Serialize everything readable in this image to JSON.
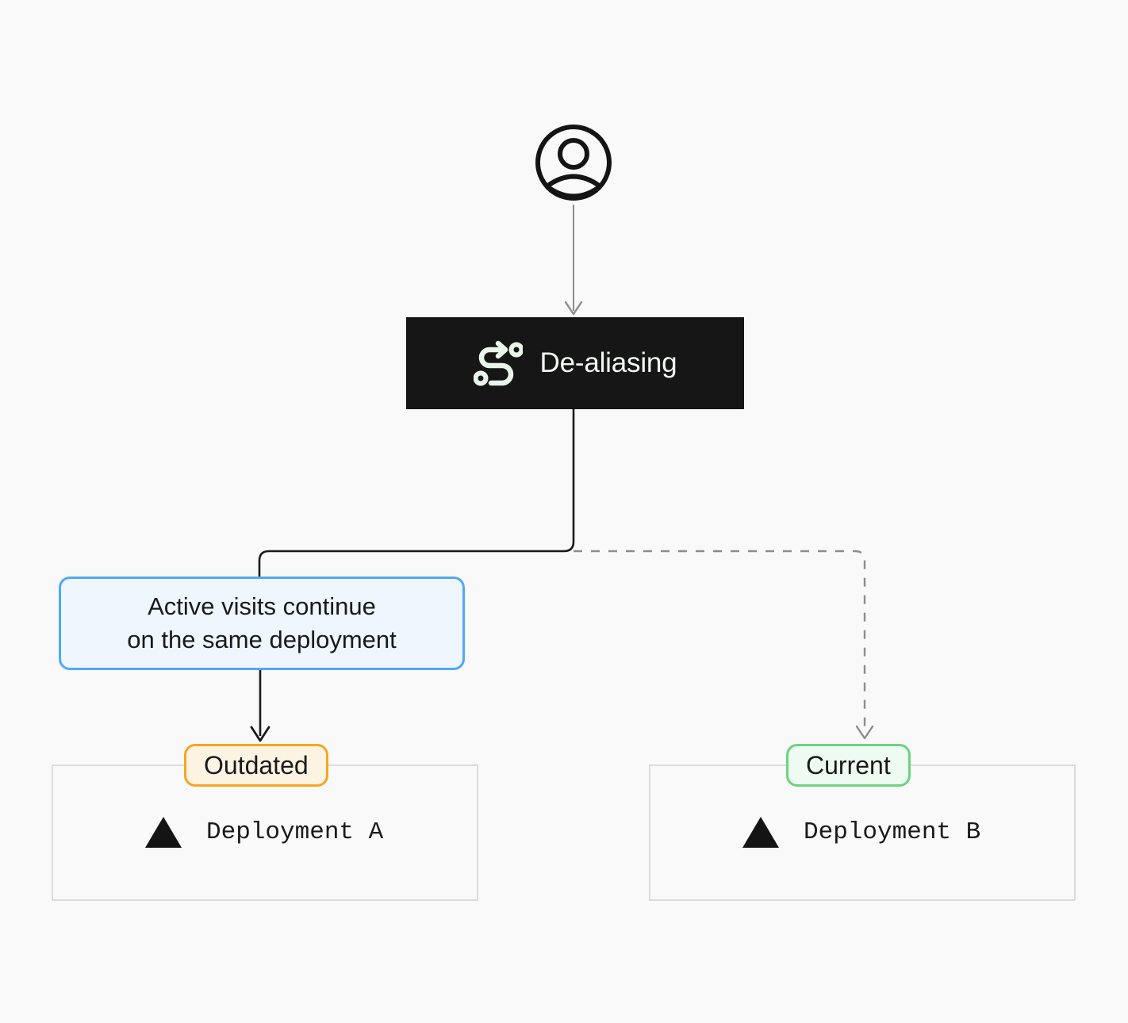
{
  "background_color": "#F9F9F9",
  "diagram": {
    "user": {
      "icon": "user-avatar-icon",
      "label": ""
    },
    "action": {
      "label": "De-aliasing",
      "icon": "route-icon",
      "background_color": "#161616",
      "text_color": "#F2F7F2"
    },
    "note": {
      "line1": "Active visits continue",
      "line2": "on the same deployment",
      "border_color": "#52A8F7",
      "background_color": "#EFF6FE"
    },
    "deployments": [
      {
        "badge": "Outdated",
        "badge_border_color": "#F5A623",
        "badge_background_color": "#FDF3E3",
        "name": "Deployment A",
        "icon": "vercel-triangle-icon"
      },
      {
        "badge": "Current",
        "badge_border_color": "#6CD37F",
        "badge_background_color": "#EEFBF0",
        "name": "Deployment B",
        "icon": "vercel-triangle-icon"
      }
    ],
    "edges": [
      {
        "name": "user-to-action",
        "style": "solid",
        "color": "#8C8C8C",
        "arrow": true
      },
      {
        "name": "action-to-note",
        "style": "solid",
        "color": "#1A1A1A",
        "arrow": false
      },
      {
        "name": "action-to-current",
        "style": "dashed",
        "color": "#8C8C8C",
        "arrow": true
      },
      {
        "name": "note-to-outdated",
        "style": "solid",
        "color": "#1A1A1A",
        "arrow": true
      }
    ]
  }
}
